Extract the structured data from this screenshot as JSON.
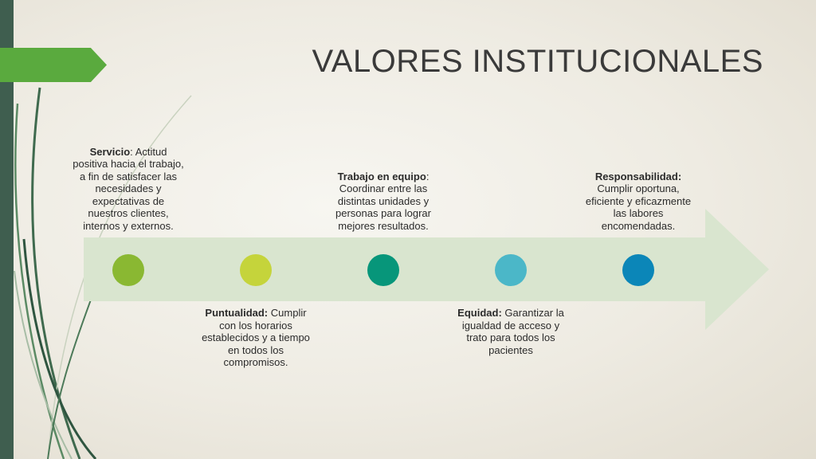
{
  "title": "VALORES INSTITUCIONALES",
  "colors": {
    "sidebar": "#3f5e4f",
    "tab": "#5aaa3e",
    "arrow": "#d9e5cf",
    "node1": "#8ab832",
    "node2": "#c5d43b",
    "node3": "#07967a",
    "node4": "#4bb7c8",
    "node5": "#0b86b8"
  },
  "values": [
    {
      "name": "Servicio",
      "sep": ":",
      "text": "Actitud positiva hacia el trabajo, a fin de satisfacer las necesidades y expectativas de nuestros clientes, internos y externos."
    },
    {
      "name": "Puntualidad:",
      "sep": "",
      "text": "Cumplir con los horarios establecidos y a tiempo en todos los compromisos."
    },
    {
      "name": "Trabajo en equipo",
      "sep": ":",
      "text": "Coordinar entre las distintas unidades y personas para lograr mejores resultados."
    },
    {
      "name": "Equidad:",
      "sep": "",
      "text": "Garantizar la igualdad de acceso y trato para todos los pacientes"
    },
    {
      "name": "Responsabilidad:",
      "sep": "",
      "text": "Cumplir oportuna, eficiente y eficazmente las labores encomendadas."
    }
  ]
}
